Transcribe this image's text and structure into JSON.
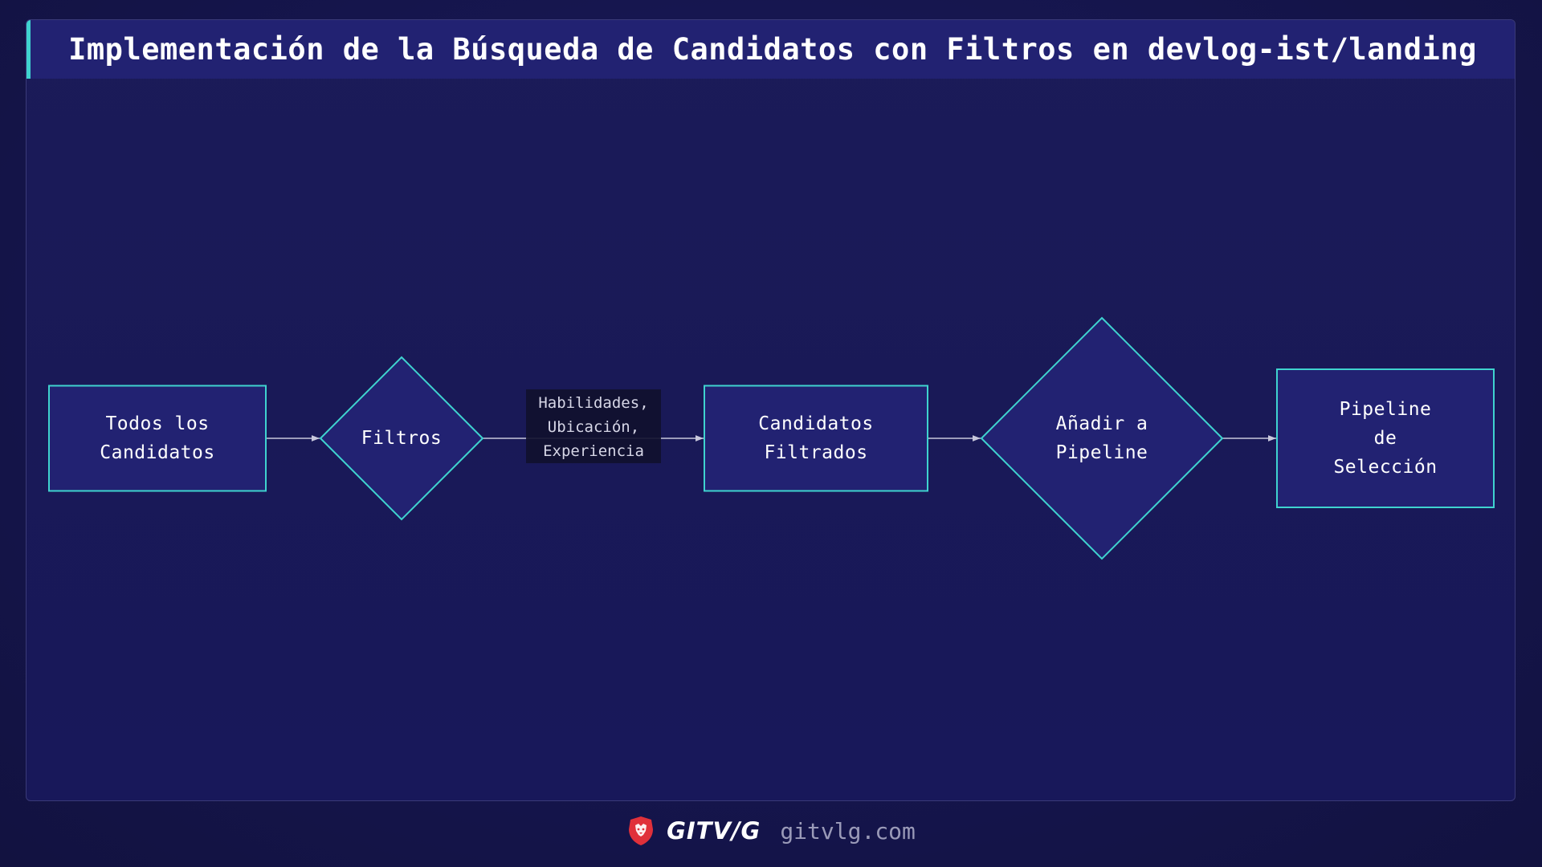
{
  "title": "Implementación de la Búsqueda de Candidatos con Filtros en devlog-ist/landing",
  "colors": {
    "background": "#161650",
    "node_fill": "#222272",
    "node_stroke": "#3fd3cf",
    "edge": "#c8c8dc",
    "edge_label_bg": "#10102e",
    "accent": "#3fd3cf",
    "logo_red": "#e0303a"
  },
  "diagram": {
    "nodes": [
      {
        "id": "todos",
        "shape": "rect",
        "lines": [
          "Todos los",
          "Candidatos"
        ]
      },
      {
        "id": "filtros",
        "shape": "diamond",
        "lines": [
          "Filtros"
        ]
      },
      {
        "id": "filtrados",
        "shape": "rect",
        "lines": [
          "Candidatos",
          "Filtrados"
        ]
      },
      {
        "id": "anadir",
        "shape": "diamond",
        "lines": [
          "Añadir a",
          "Pipeline"
        ]
      },
      {
        "id": "pipeline",
        "shape": "rect",
        "lines": [
          "Pipeline",
          "de",
          "Selección"
        ]
      }
    ],
    "edges": [
      {
        "from": "todos",
        "to": "filtros",
        "label_lines": []
      },
      {
        "from": "filtros",
        "to": "filtrados",
        "label_lines": [
          "Habilidades,",
          "Ubicación,",
          "Experiencia"
        ]
      },
      {
        "from": "filtrados",
        "to": "anadir",
        "label_lines": []
      },
      {
        "from": "anadir",
        "to": "pipeline",
        "label_lines": []
      }
    ]
  },
  "footer": {
    "logo_icon": "lion-shield-icon",
    "brand": "GITV/G",
    "domain": "gitvlg.com"
  }
}
